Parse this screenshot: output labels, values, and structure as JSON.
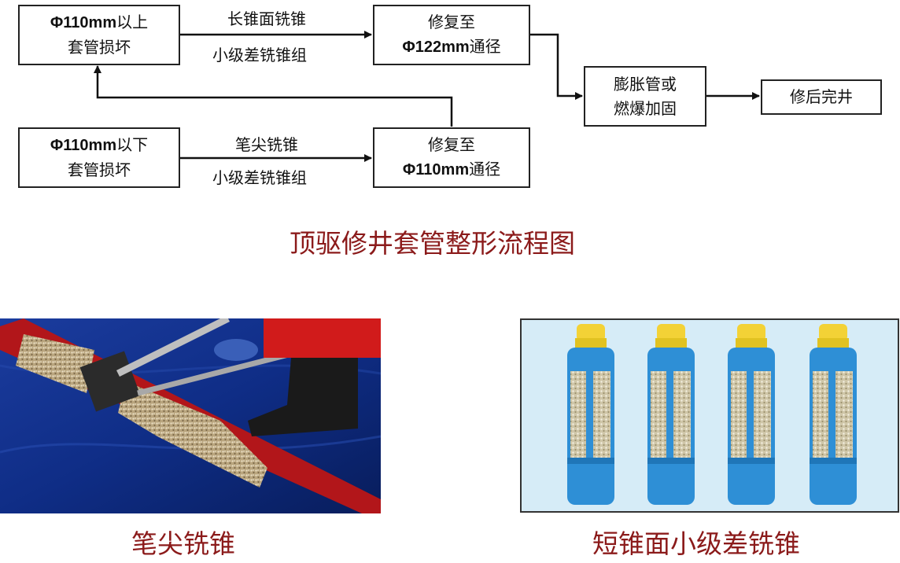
{
  "diagram": {
    "nodes": {
      "above": {
        "line1_bold": "Φ110mm",
        "line1_rest": "以上",
        "line2": "套管损坏"
      },
      "below": {
        "line1_bold": "Φ110mm",
        "line1_rest": "以下",
        "line2": "套管损坏"
      },
      "repair122": {
        "line1": "修复至",
        "line2_bold": "Φ122mm",
        "line2_rest": "通径"
      },
      "repair110": {
        "line1": "修复至",
        "line2_bold": "Φ110mm",
        "line2_rest": "通径"
      },
      "expand": {
        "line1": "膨胀管或",
        "line2": "燃爆加固"
      },
      "complete": {
        "text": "修后完井"
      }
    },
    "edge_labels": {
      "top_upper": "长锥面铣锥",
      "top_lower": "小级差铣锥组",
      "bottom_upper": "笔尖铣锥",
      "bottom_lower": "小级差铣锥组"
    },
    "title": "顶驱修井套管整形流程图"
  },
  "photos": {
    "left_caption": "笔尖铣锥",
    "right_caption": "短锥面小级差铣锥"
  }
}
